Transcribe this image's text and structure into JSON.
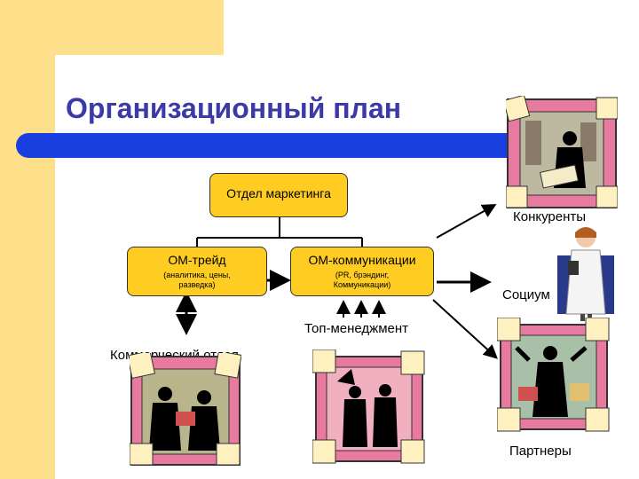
{
  "title": "Организационный план",
  "nodes": {
    "marketing": {
      "label": "Отдел маркетинга"
    },
    "trade": {
      "label": "ОМ-трейд",
      "sub": "(аналитика, цены, разведка)"
    },
    "comm": {
      "label": "ОМ-коммуникации",
      "sub": "(PR, брэндинг, Коммуникации)"
    }
  },
  "labels": {
    "competitors": "Конкуренты",
    "society": "Социум",
    "top_management": "Топ-менеджмент",
    "commercial_dept": "Коммерческий отдел",
    "partners": "Партнеры"
  },
  "colors": {
    "node_fill": "#ffcc22",
    "title": "#3b3aa8",
    "bar": "#1a3fe0",
    "background_accent": "#ffe08a"
  }
}
